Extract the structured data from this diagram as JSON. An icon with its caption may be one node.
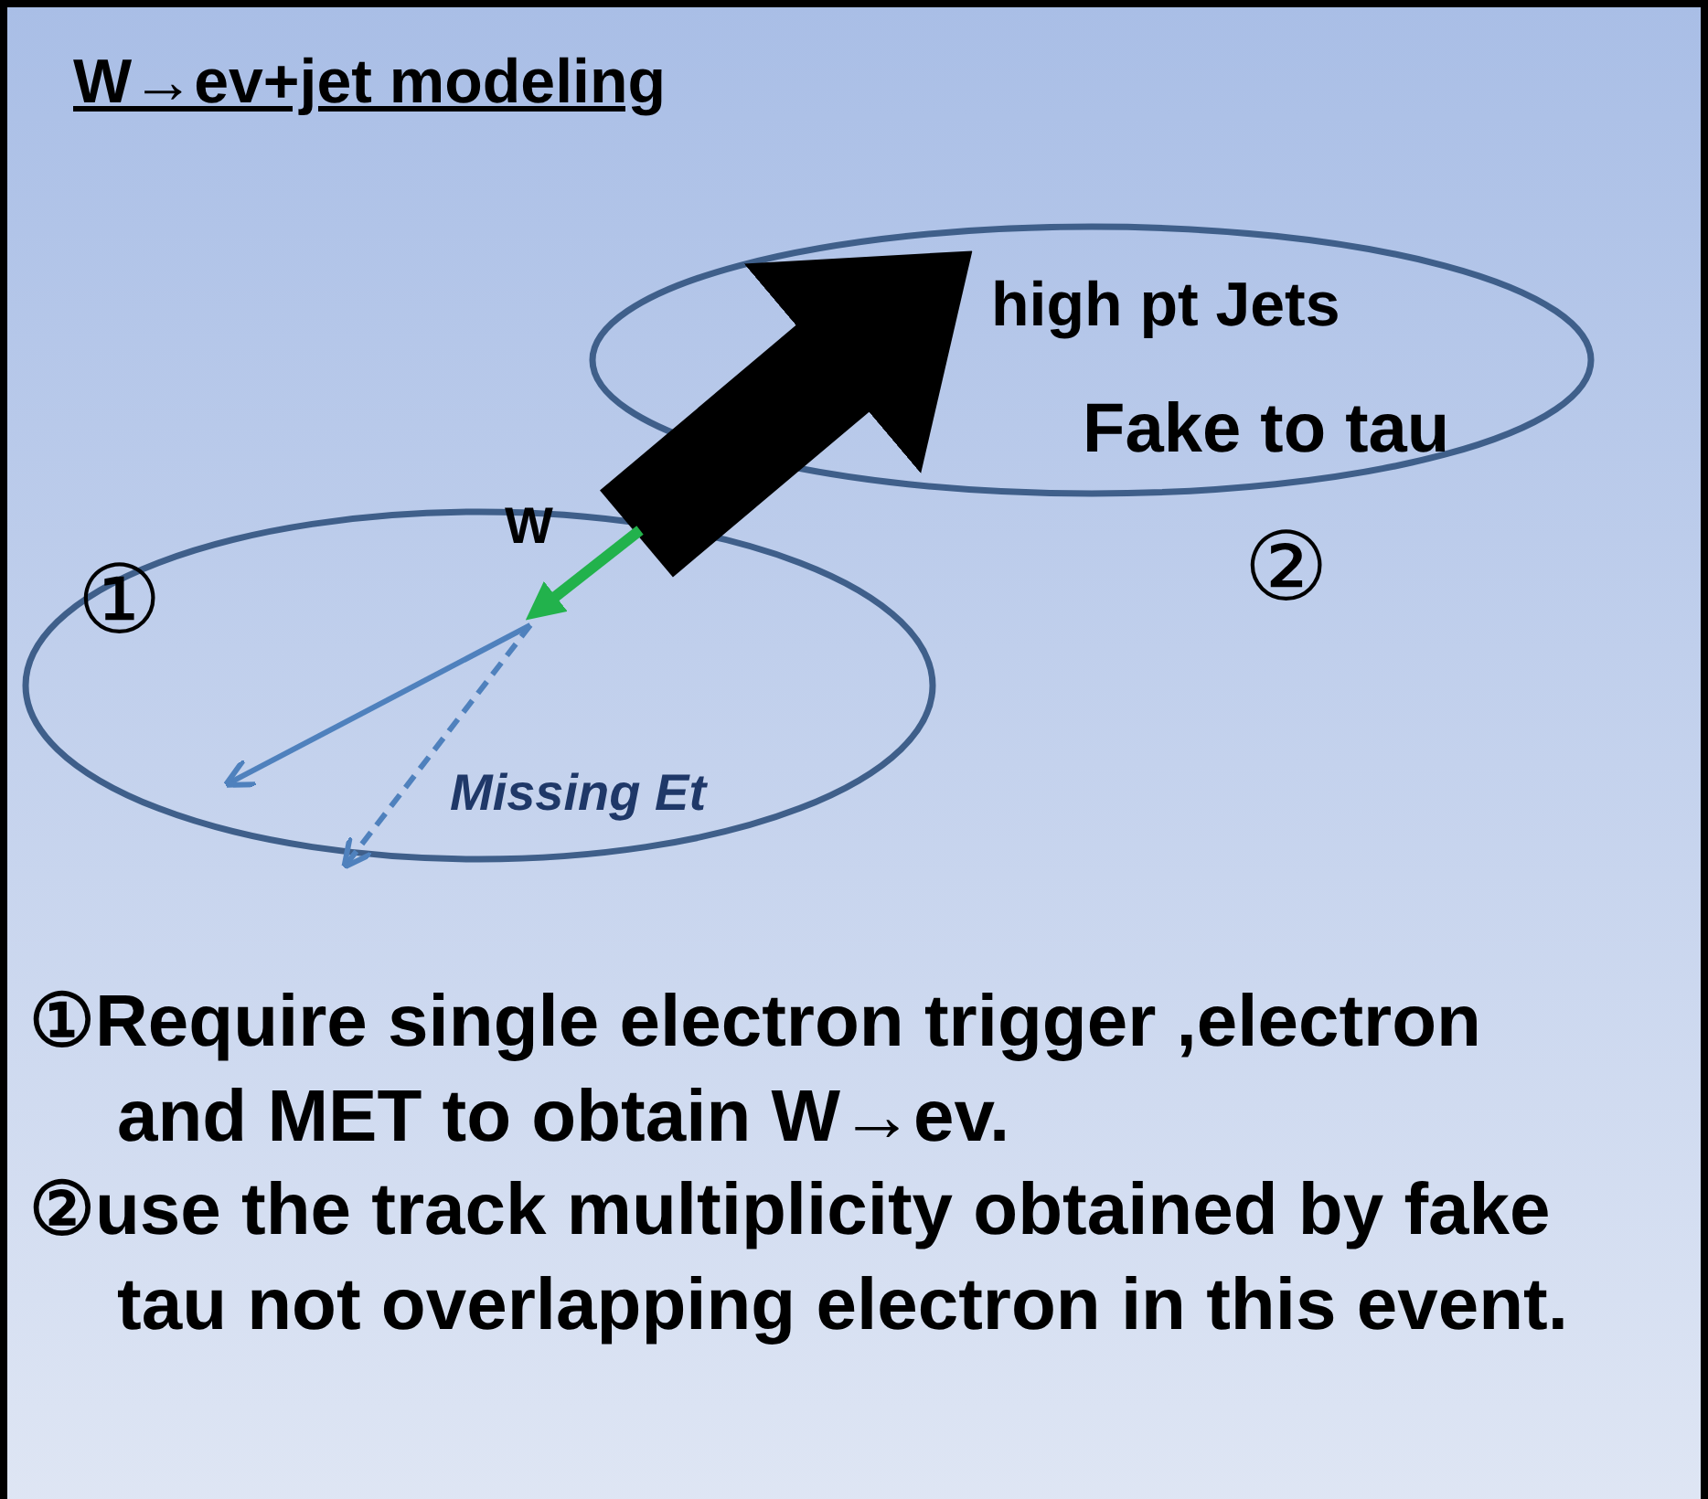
{
  "diagram": {
    "title": "W→ev+jet  modeling",
    "nodes": [
      {
        "text": [
          "①"
        ]
      },
      {
        "text": [
          "high pt Jets",
          "Fake to tau"
        ],
        "beside": [
          "②"
        ]
      }
    ],
    "edges": [
      {
        "from": 0,
        "to": 1,
        "arrow": "to"
      }
    ],
    "labels": [
      "W",
      "Missing Et",
      "①Require single electron trigger ,electron and MET to obtain W→ev.",
      "②use the track multiplicity obtained by fake tau not overlapping electron in this event."
    ]
  }
}
